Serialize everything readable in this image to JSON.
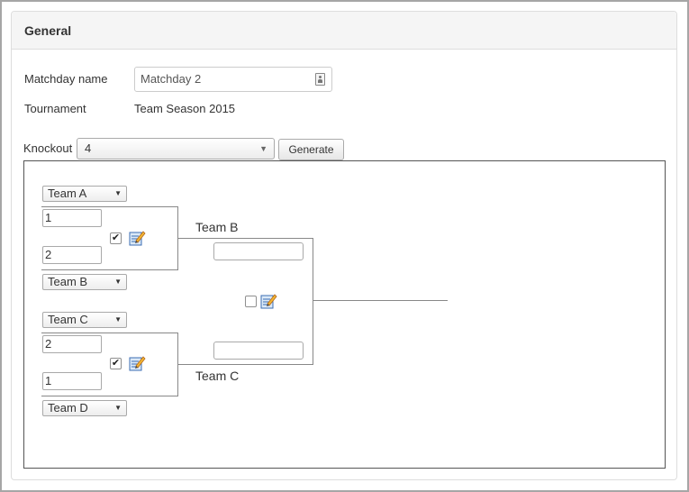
{
  "panel": {
    "title": "General"
  },
  "form": {
    "matchday_label": "Matchday name",
    "matchday_value": "Matchday 2",
    "tournament_label": "Tournament",
    "tournament_value": "Team Season 2015",
    "knockout_label": "Knockout",
    "knockout_value": "4",
    "generate_label": "Generate"
  },
  "bracket": {
    "match1": {
      "team_top": "Team A",
      "score_top": "1",
      "score_bottom": "2",
      "team_bottom": "Team B",
      "winner": "Team B",
      "checked": true
    },
    "match2": {
      "team_top": "Team C",
      "score_top": "2",
      "score_bottom": "1",
      "team_bottom": "Team D",
      "winner": "Team C",
      "checked": true
    },
    "final": {
      "checked": false
    }
  },
  "icons": {
    "caret": "▼",
    "check": "✔"
  }
}
